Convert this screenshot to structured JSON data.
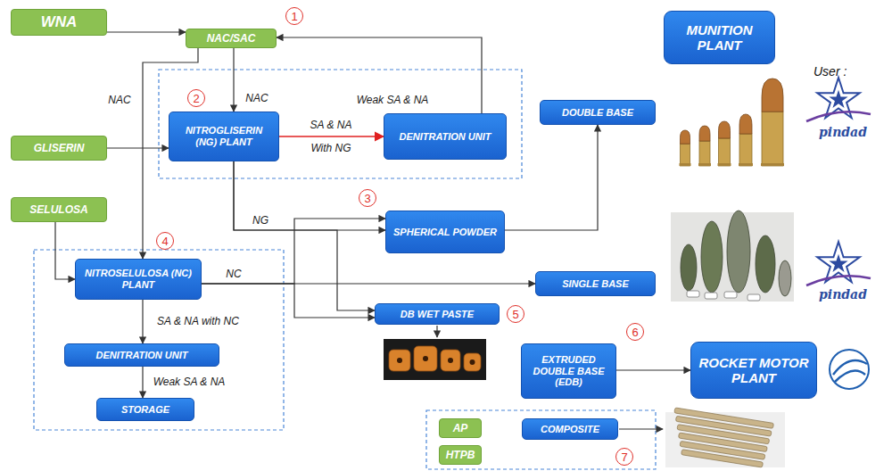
{
  "diagram": {
    "nodes": [
      {
        "text": [
          "WNA"
        ]
      },
      {
        "text": [
          "NAC/SAC"
        ]
      },
      {
        "text": [
          "NITROGLISERIN (NG) PLANT"
        ]
      },
      {
        "text": [
          "DENITRATION UNIT"
        ]
      },
      {
        "text": [
          "GLISERIN"
        ]
      },
      {
        "text": [
          "SELULOSA"
        ]
      },
      {
        "text": [
          "MUNITION PLANT"
        ]
      },
      {
        "text": [
          "DOUBLE BASE"
        ]
      },
      {
        "text": [
          "SPHERICAL POWDER"
        ]
      },
      {
        "text": [
          "NITROSELULOSA (NC) PLANT"
        ]
      },
      {
        "text": [
          "SINGLE BASE"
        ]
      },
      {
        "text": [
          "DB WET PASTE"
        ]
      },
      {
        "text": [
          "DENITRATION UNIT"
        ]
      },
      {
        "text": [
          "EXTRUDED DOUBLE BASE (EDB)"
        ]
      },
      {
        "text": [
          "ROCKET MOTOR PLANT"
        ]
      },
      {
        "text": [
          "STORAGE"
        ]
      },
      {
        "text": [
          "AP"
        ]
      },
      {
        "text": [
          "COMPOSITE"
        ]
      },
      {
        "text": [
          "HTPB"
        ]
      }
    ],
    "edges": [
      {
        "from": 0,
        "to": 1,
        "arrow": "to"
      },
      {
        "from": 1,
        "to": 2,
        "label": "NAC",
        "arrow": "to"
      },
      {
        "from": 1,
        "to": 9,
        "label": "NAC",
        "arrow": "to"
      },
      {
        "from": 4,
        "to": 2,
        "arrow": "to"
      },
      {
        "from": 2,
        "to": 3,
        "label": "SA & NA With NG",
        "arrow": "to"
      },
      {
        "from": 3,
        "to": 1,
        "label": "Weak SA & NA",
        "arrow": "to"
      },
      {
        "from": 2,
        "to": 8,
        "label": "NG",
        "arrow": "to"
      },
      {
        "from": 2,
        "to": 11,
        "arrow": "to"
      },
      {
        "from": 9,
        "to": 10,
        "label": "NC",
        "arrow": "to"
      },
      {
        "from": 9,
        "to": 8,
        "arrow": "to"
      },
      {
        "from": 9,
        "to": 11,
        "arrow": "to"
      },
      {
        "from": 5,
        "to": 9,
        "arrow": "to"
      },
      {
        "from": 9,
        "to": 12,
        "label": "SA & NA with NC",
        "arrow": "to"
      },
      {
        "from": 12,
        "to": 15,
        "label": "Weak SA & NA",
        "arrow": "to"
      },
      {
        "from": 8,
        "to": 7,
        "arrow": "to"
      },
      {
        "from": 13,
        "to": 14,
        "arrow": "to"
      }
    ],
    "labels": [
      "1",
      "2",
      "3",
      "4",
      "5",
      "6",
      "7",
      "User :",
      "pindad",
      "pindad"
    ]
  }
}
